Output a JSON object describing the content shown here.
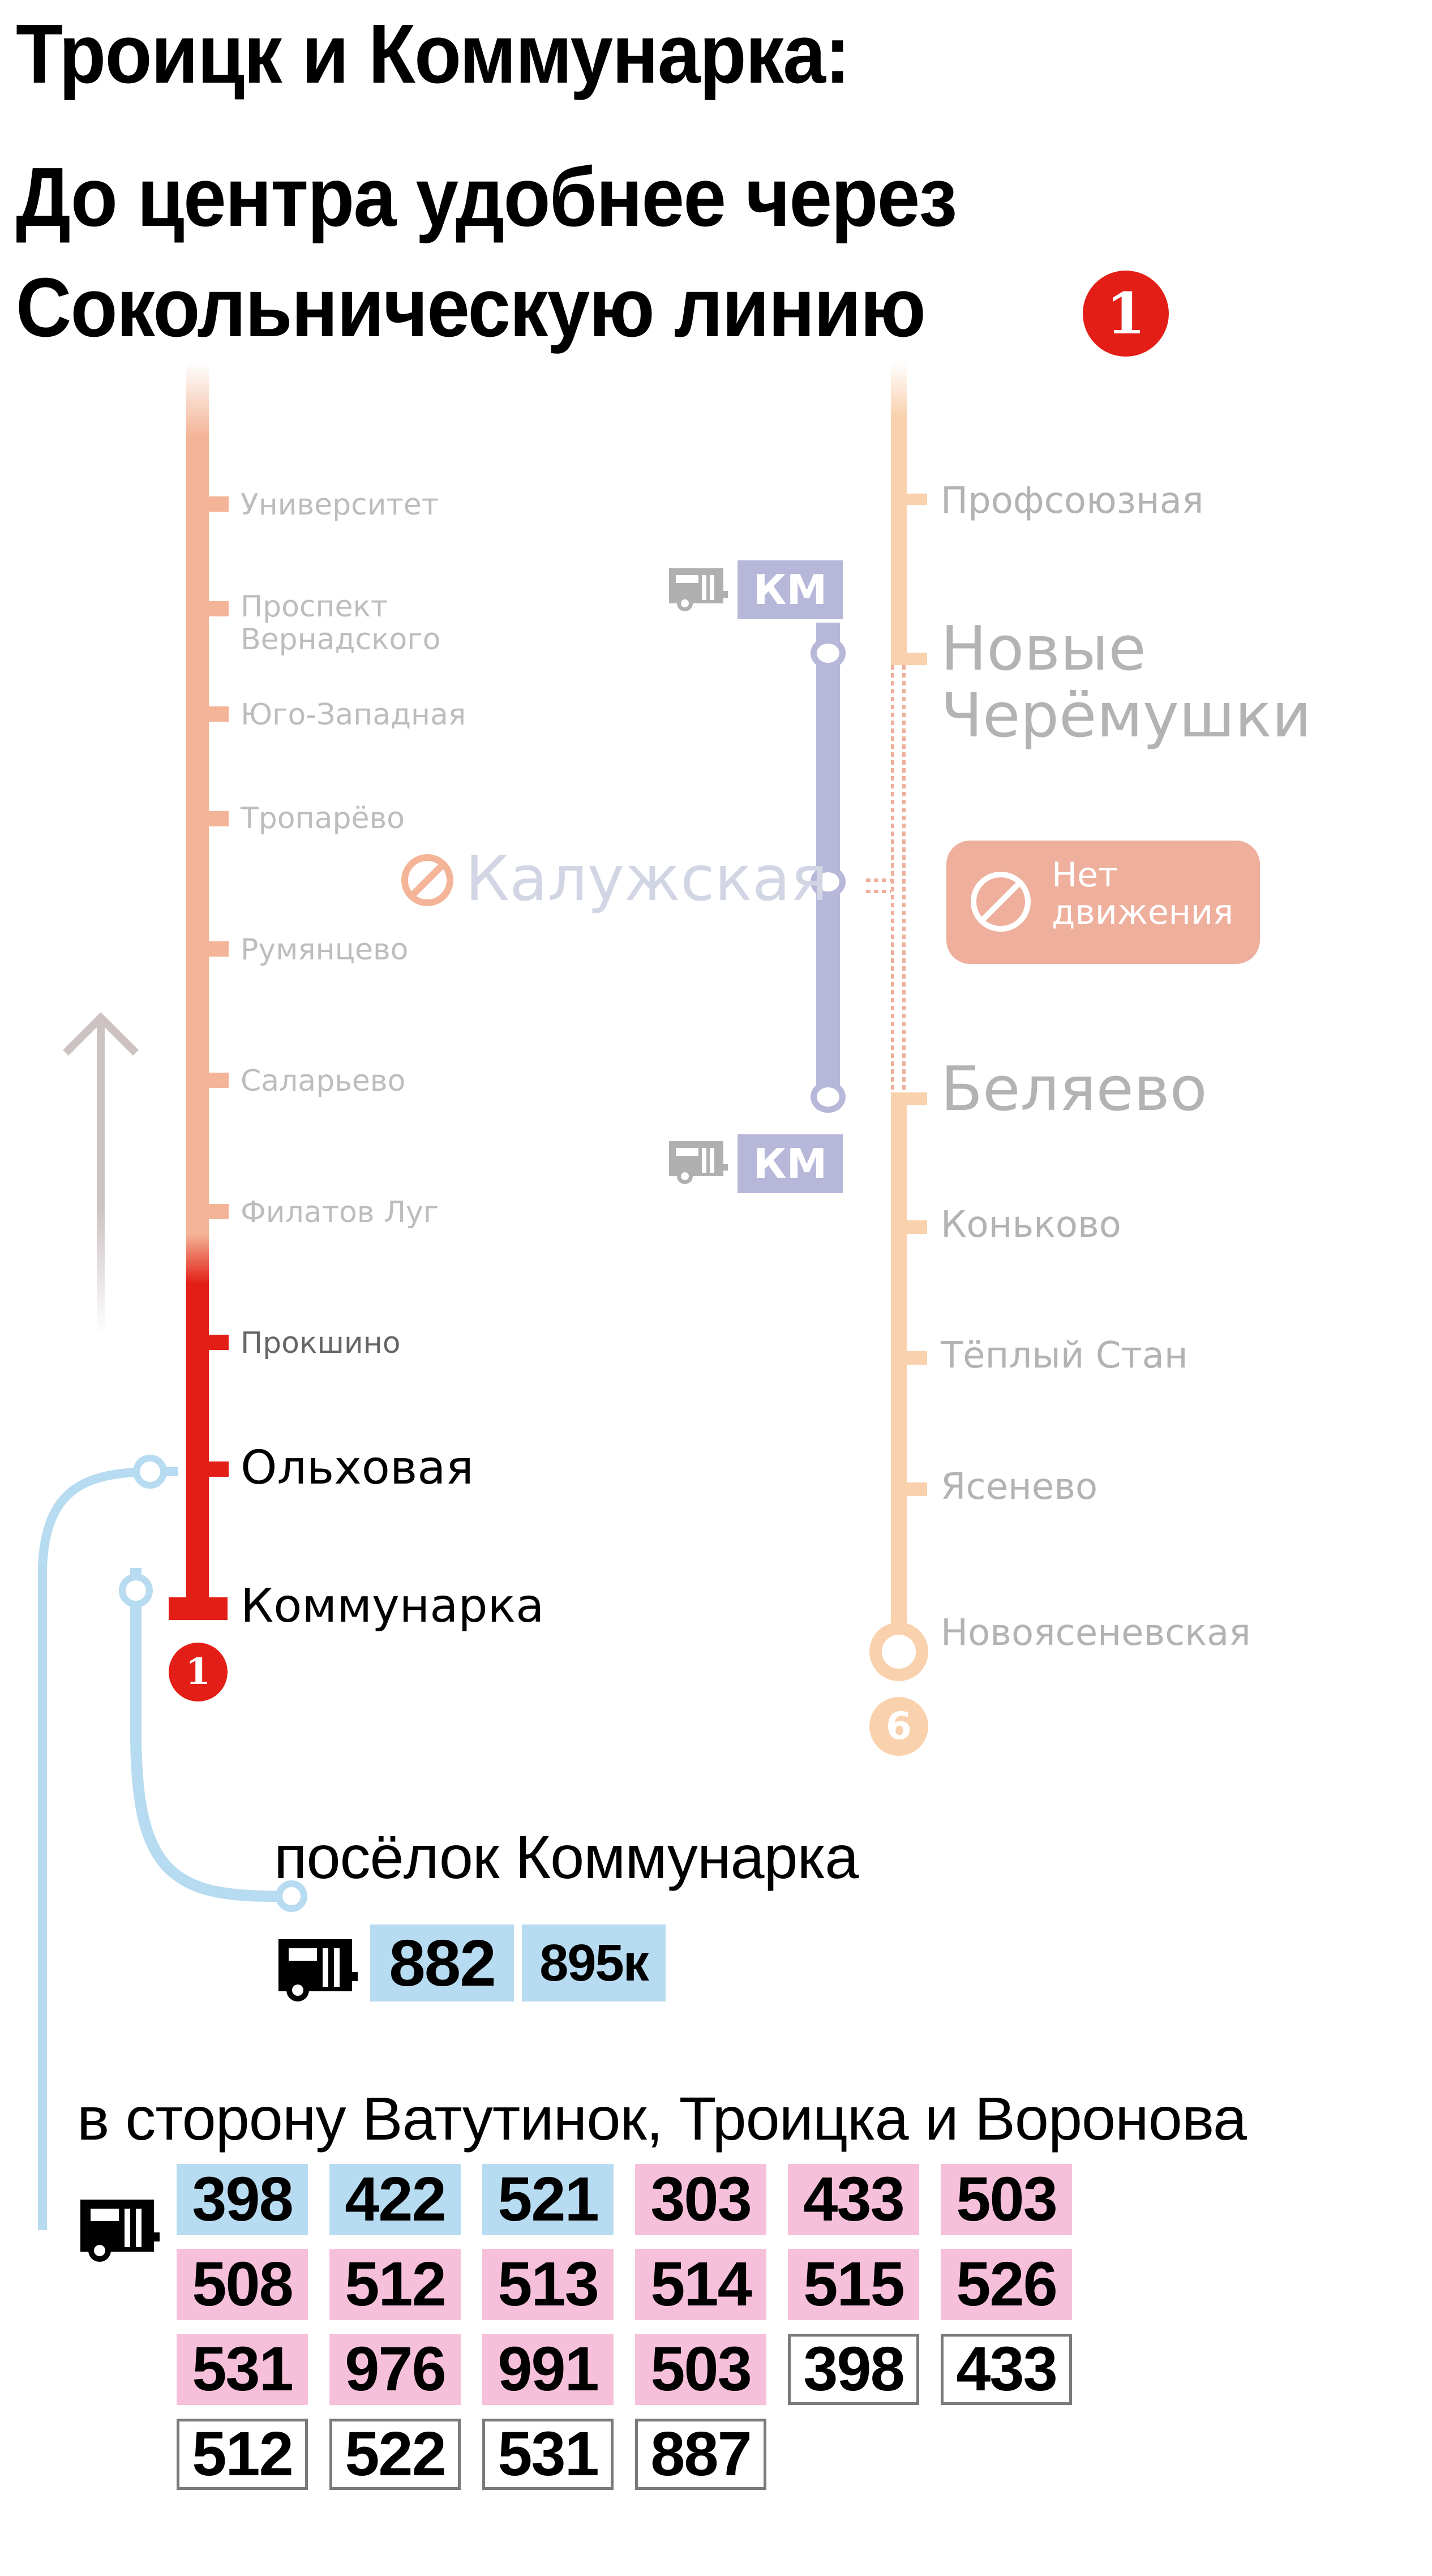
{
  "header": {
    "title_line1": "Троицк и Коммунарка:",
    "title_line2": "До центра удобнее через",
    "title_line3": "Сокольническую линию",
    "line_badge": "1"
  },
  "colors": {
    "sokolnicheskaya_active": "#e31e16",
    "sokolnicheskaya_faded": "#f4b497",
    "kaluzhsko_rizhskaya_faded": "#f9d1ad",
    "kompensatory_bus_km": "#b7b7da",
    "closed_badge": "#eeaf9c",
    "bus_link_blue": "#b7dbf0",
    "route_pink": "#f6c0da",
    "station_grey": "#b3b3b3"
  },
  "left_line": {
    "number": "1",
    "stations_faded": [
      "Университет",
      "Проспект Вернадского",
      "Юго-Западная",
      "Тропарёво",
      "Румянцево",
      "Саларьево",
      "Филатов Луг"
    ],
    "stations_active": [
      "Прокшино",
      "Ольховая",
      "Коммунарка"
    ]
  },
  "right_line": {
    "number": "6",
    "stations": [
      "Профсоюзная",
      "Новые Черёмушки",
      "Беляево",
      "Коньково",
      "Тёплый Стан",
      "Ясенево",
      "Новоясеневская"
    ],
    "closed_station": "Калужская",
    "closed_label_line1": "Нет",
    "closed_label_line2": "движения",
    "km_label_top": "КМ",
    "km_label_bottom": "КМ"
  },
  "posyolok": {
    "title": "посёлок Коммунарка",
    "routes": [
      "882",
      "895к"
    ]
  },
  "towards": {
    "title": "в сторону Ватутинок, Троицка и Воронова",
    "routes": [
      {
        "n": "398",
        "style": "blue"
      },
      {
        "n": "422",
        "style": "blue"
      },
      {
        "n": "521",
        "style": "blue"
      },
      {
        "n": "303",
        "style": "pink"
      },
      {
        "n": "433",
        "style": "pink"
      },
      {
        "n": "503",
        "style": "pink"
      },
      {
        "n": "508",
        "style": "pink"
      },
      {
        "n": "512",
        "style": "pink"
      },
      {
        "n": "513",
        "style": "pink"
      },
      {
        "n": "514",
        "style": "pink"
      },
      {
        "n": "515",
        "style": "pink"
      },
      {
        "n": "526",
        "style": "pink"
      },
      {
        "n": "531",
        "style": "pink"
      },
      {
        "n": "976",
        "style": "pink"
      },
      {
        "n": "991",
        "style": "pink"
      },
      {
        "n": "503",
        "style": "pink"
      },
      {
        "n": "398",
        "style": "white"
      },
      {
        "n": "433",
        "style": "white"
      },
      {
        "n": "512",
        "style": "white"
      },
      {
        "n": "522",
        "style": "white"
      },
      {
        "n": "531",
        "style": "white"
      },
      {
        "n": "887",
        "style": "white"
      }
    ]
  }
}
